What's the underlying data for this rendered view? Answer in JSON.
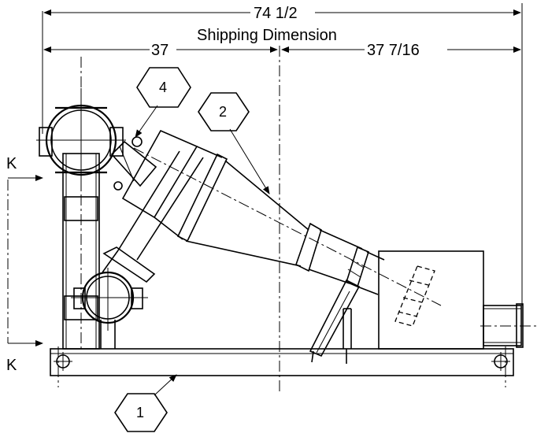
{
  "dimensions": {
    "overall": "74 1/2",
    "caption": "Shipping Dimension",
    "left": "37",
    "right": "37 7/16"
  },
  "section_markers": {
    "top": "K",
    "bottom": "K"
  },
  "callouts": {
    "c1": "1",
    "c2": "2",
    "c4": "4"
  }
}
